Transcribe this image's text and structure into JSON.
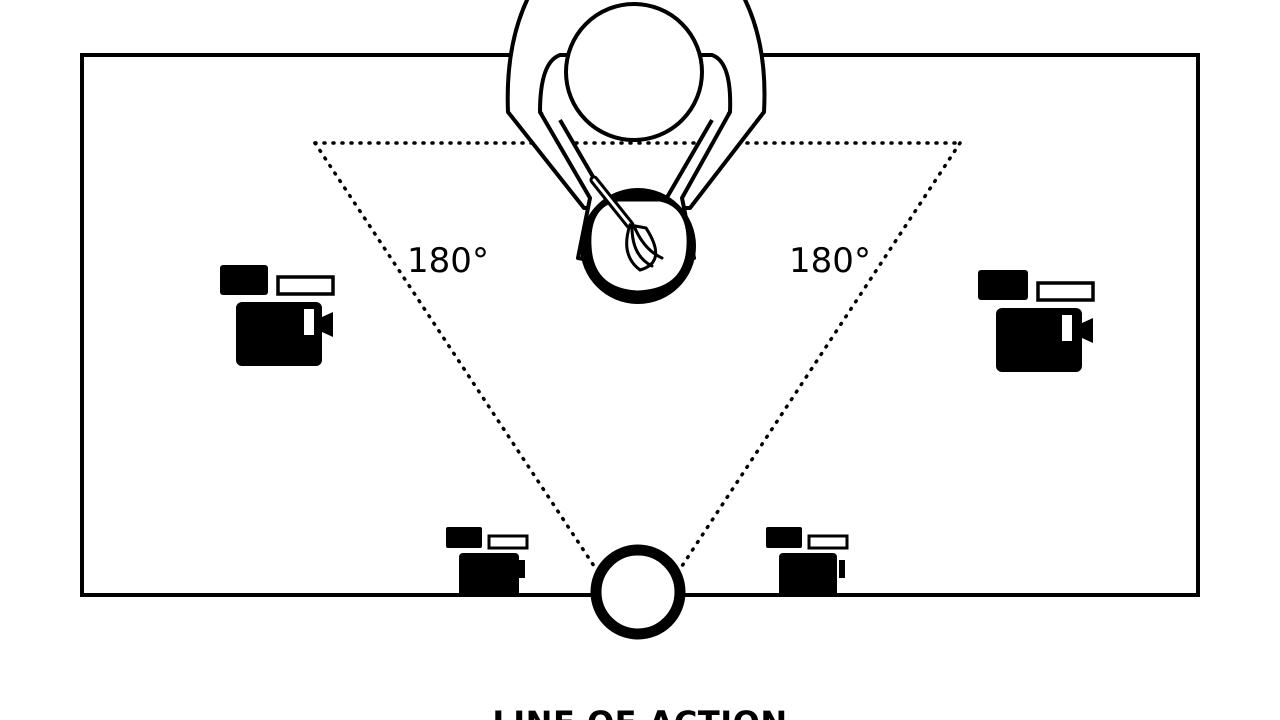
{
  "colors": {
    "background": "#ffffff",
    "ink": "#000000"
  },
  "labels": {
    "angle_left": "180°",
    "angle_right": "180°",
    "caption": "LINE OF ACTION"
  },
  "figures": {
    "subject": "person-whisking-bowl-top-view",
    "center_marker": "circle-marker",
    "cameras": [
      "camera-icon",
      "camera-icon",
      "camera-icon",
      "camera-icon"
    ]
  }
}
